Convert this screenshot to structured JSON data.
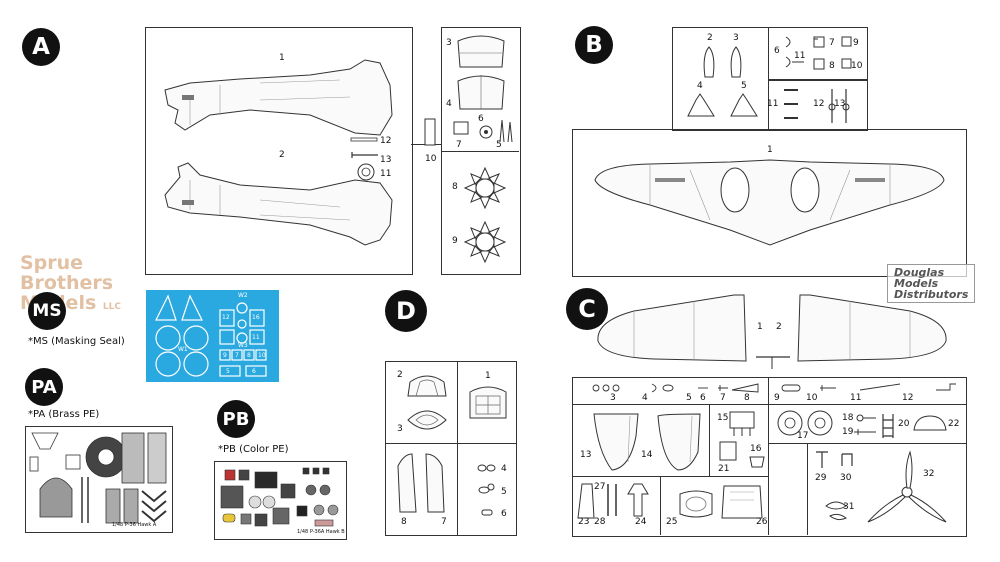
{
  "sprues": {
    "A": {
      "badge": "A"
    },
    "B": {
      "badge": "B"
    },
    "C": {
      "badge": "C"
    },
    "D": {
      "badge": "D"
    }
  },
  "extras": {
    "ms": {
      "badge": "MS",
      "caption": "*MS (Masking Seal)"
    },
    "pa": {
      "badge": "PA",
      "caption": "*PA (Brass PE)"
    },
    "pb": {
      "badge": "PB",
      "caption": "*PB (Color PE)"
    }
  },
  "fret_labels": {
    "pa": "1/48 P-36 Hawk A",
    "pb": "1/48 P-36A Hawk B"
  },
  "watermarks": {
    "left_line1": "Sprue",
    "left_line2": "Brothers",
    "left_line3": "Models",
    "left_suffix": "LLC",
    "right_line1": "Douglas",
    "right_line2": "Models",
    "right_line3": "Distributors"
  },
  "mask_labels": [
    "W2",
    "W1",
    "W3",
    "12",
    "16",
    "9",
    "7",
    "8",
    "10",
    "11",
    "5",
    "6"
  ],
  "part_numbers": {
    "a": [
      "1",
      "2",
      "3",
      "4",
      "5",
      "6",
      "7",
      "8",
      "9",
      "10",
      "11",
      "12",
      "13"
    ],
    "b": [
      "1",
      "2",
      "3",
      "4",
      "5",
      "6",
      "7",
      "8",
      "9",
      "10",
      "11",
      "12",
      "13"
    ],
    "c": [
      "1",
      "2",
      "3",
      "4",
      "5",
      "6",
      "7",
      "8",
      "9",
      "10",
      "11",
      "12",
      "13",
      "14",
      "15",
      "16",
      "17",
      "18",
      "19",
      "20",
      "21",
      "22",
      "23",
      "24",
      "25",
      "26",
      "27",
      "28",
      "29",
      "30",
      "31",
      "32"
    ],
    "d": [
      "1",
      "2",
      "3",
      "4",
      "5",
      "6",
      "7",
      "8"
    ]
  }
}
